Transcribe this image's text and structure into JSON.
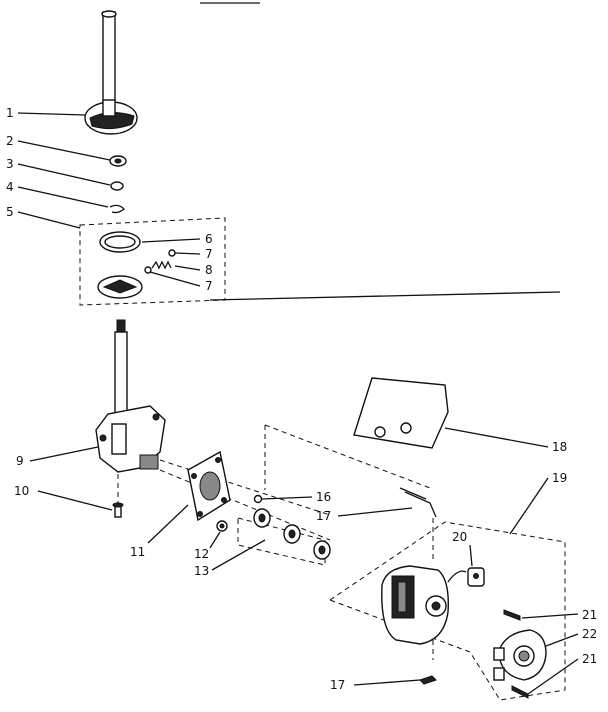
{
  "callouts": [
    {
      "id": "c1",
      "text": "1"
    },
    {
      "id": "c2",
      "text": "2"
    },
    {
      "id": "c3",
      "text": "3"
    },
    {
      "id": "c4",
      "text": "4"
    },
    {
      "id": "c5",
      "text": "5"
    },
    {
      "id": "c6",
      "text": "6"
    },
    {
      "id": "c7a",
      "text": "7"
    },
    {
      "id": "c8",
      "text": "8"
    },
    {
      "id": "c7b",
      "text": "7"
    },
    {
      "id": "c9",
      "text": "9"
    },
    {
      "id": "c10",
      "text": "10"
    },
    {
      "id": "c11",
      "text": "11"
    },
    {
      "id": "c12",
      "text": "12"
    },
    {
      "id": "c13",
      "text": "13"
    },
    {
      "id": "c16",
      "text": "16"
    },
    {
      "id": "c17a",
      "text": "17"
    },
    {
      "id": "c18",
      "text": "18"
    },
    {
      "id": "c19",
      "text": "19"
    },
    {
      "id": "c20",
      "text": "20"
    },
    {
      "id": "c21a",
      "text": "21"
    },
    {
      "id": "c22",
      "text": "22"
    },
    {
      "id": "c21b",
      "text": "21"
    },
    {
      "id": "c17b",
      "text": "17"
    }
  ]
}
